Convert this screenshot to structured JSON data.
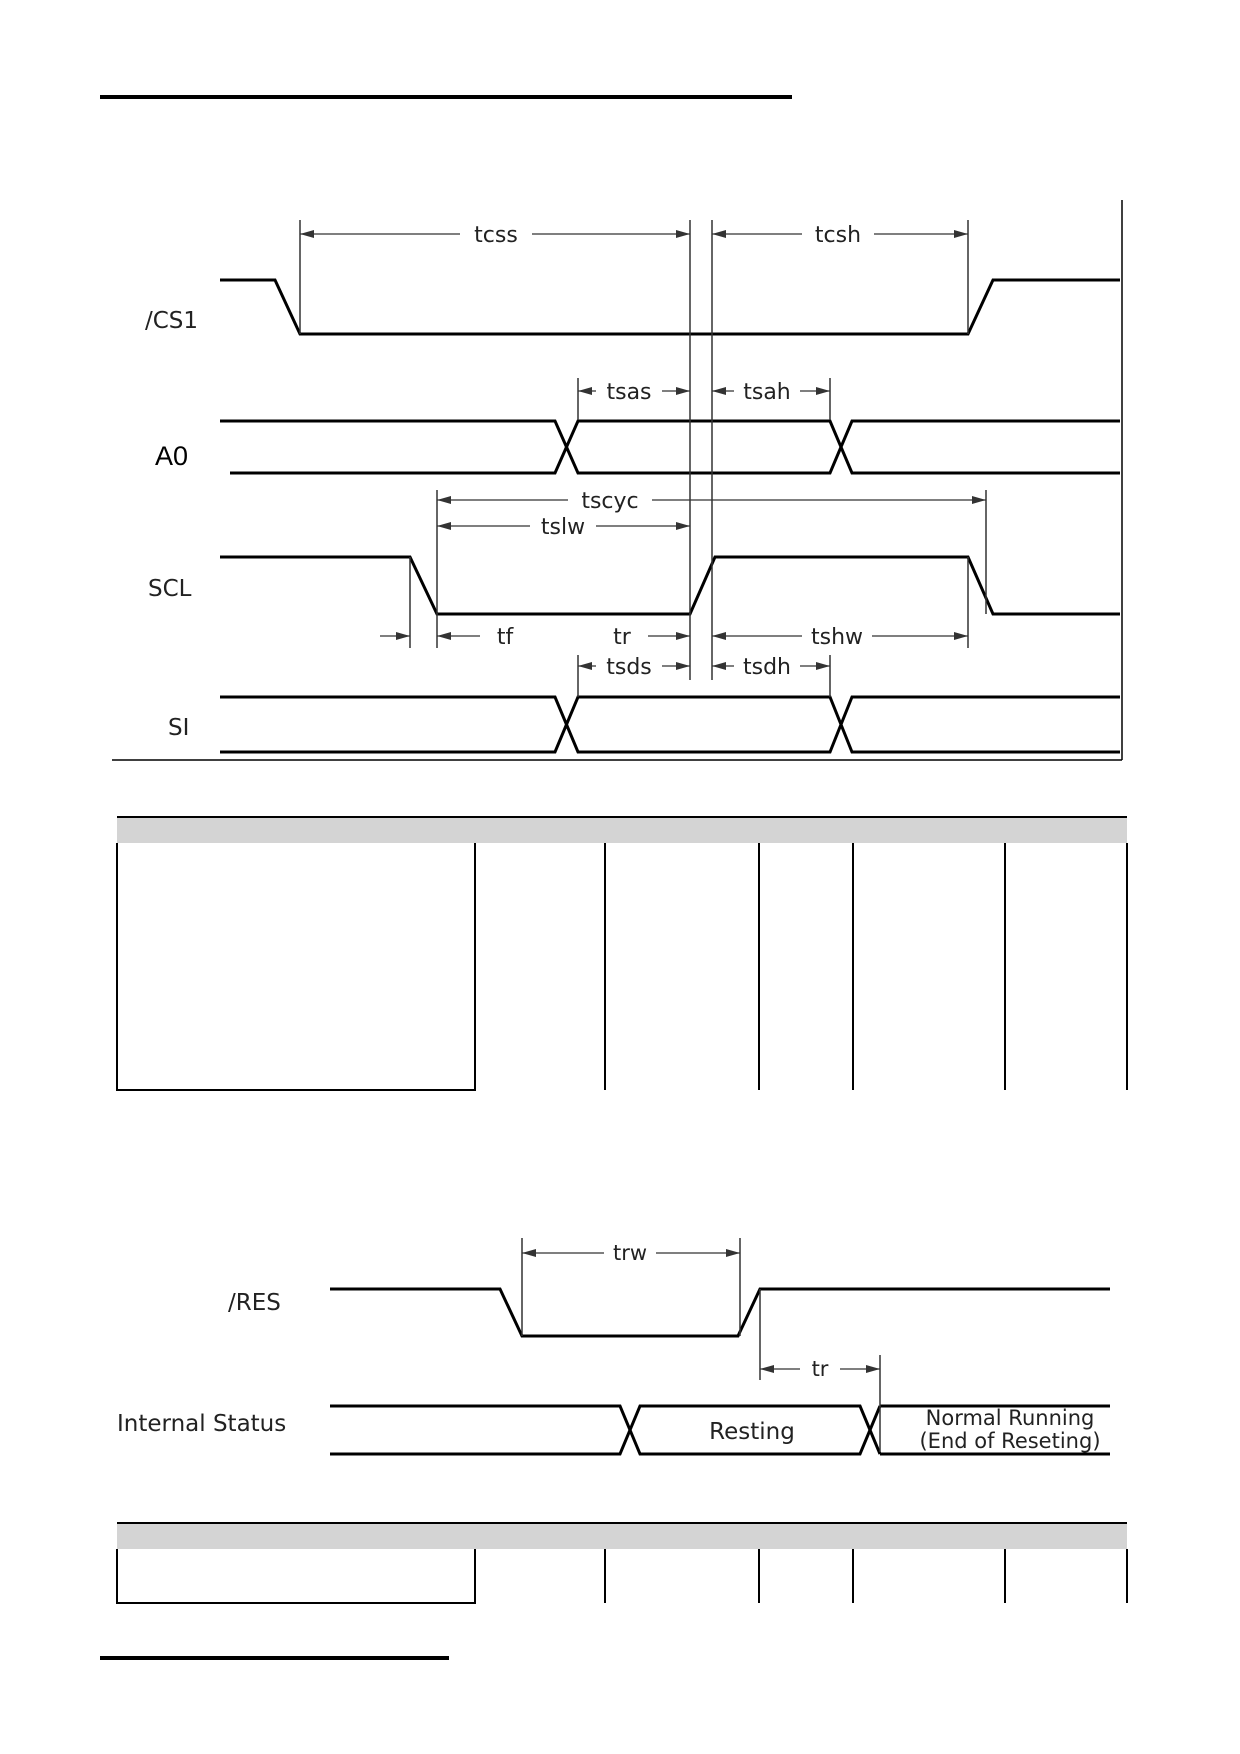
{
  "serial_timing_diagram": {
    "signals": [
      "/CS1",
      "A0",
      "SCL",
      "SI"
    ],
    "params": {
      "tcss": "tcss",
      "tcsh": "tcsh",
      "tsas": "tsas",
      "tsah": "tsah",
      "tscyc": "tscyc",
      "tslw": "tslw",
      "tf": "tf",
      "tr": "tr",
      "tshw": "tshw",
      "tsds": "tsds",
      "tsdh": "tsdh"
    }
  },
  "reset_timing_diagram": {
    "signals": {
      "res": "/RES",
      "status": "Internal Status"
    },
    "params": {
      "trw": "trw",
      "tr": "tr"
    },
    "states": {
      "resting": "Resting",
      "normal_line1": "Normal Running",
      "normal_line2": "(End of Reseting)"
    }
  }
}
